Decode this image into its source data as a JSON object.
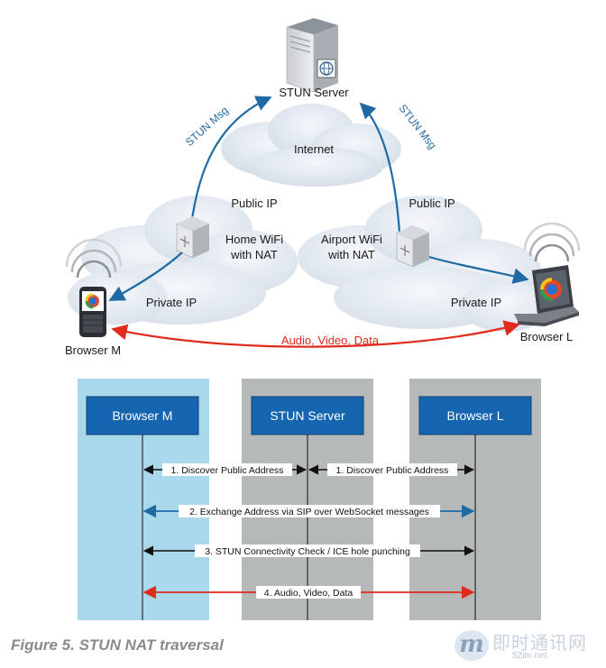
{
  "top": {
    "stun_server": "STUN Server",
    "internet": "Internet",
    "stun_msg_left": "STUN Msg",
    "stun_msg_right": "STUN Msg",
    "public_ip_left": "Public IP",
    "public_ip_right": "Public IP",
    "home_wifi_line1": "Home WiFi",
    "home_wifi_line2": "with NAT",
    "airport_wifi_line1": "Airport WiFi",
    "airport_wifi_line2": "with NAT",
    "private_ip_left": "Private IP",
    "private_ip_right": "Private IP",
    "browser_m": "Browser M",
    "browser_l": "Browser L",
    "audio_video_data": "Audio, Video, Data"
  },
  "sequence": {
    "lanes": [
      "Browser M",
      "STUN Server",
      "Browser L"
    ],
    "messages": [
      "1. Discover Public Address",
      "1. Discover Public Address",
      "2. Exchange Address via SIP over WebSocket messages",
      "3. STUN Connectivity Check / ICE hole punching",
      "4. Audio, Video, Data"
    ]
  },
  "caption": "Figure 5. STUN NAT traversal",
  "watermark": {
    "logo_letter": "m",
    "brand": "即时通讯网",
    "url": "52im.net"
  },
  "colors": {
    "blue_arrow": "#1f6aa5",
    "red_arrow": "#e02a1c",
    "lane_blue": "#a9d8ea",
    "lane_gray": "#b5b9b7",
    "header_blue": "#1565b0"
  }
}
